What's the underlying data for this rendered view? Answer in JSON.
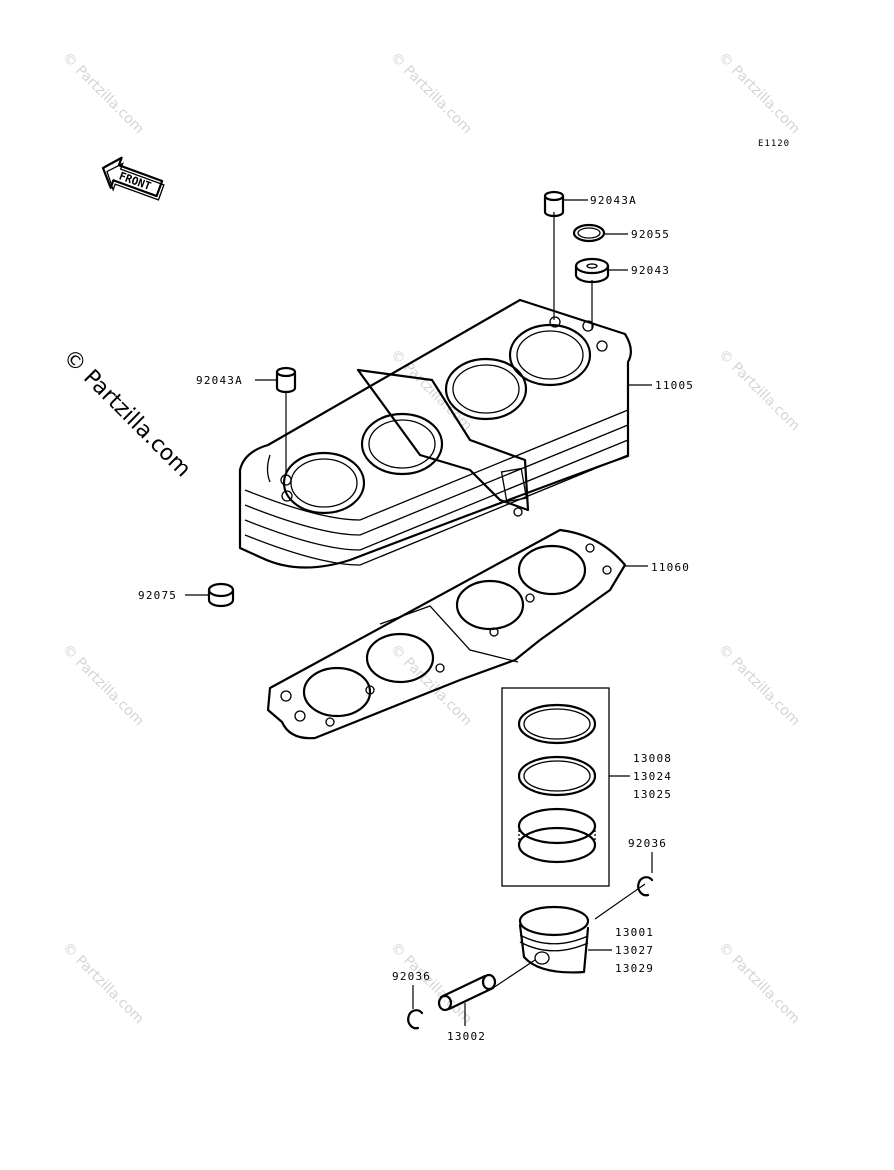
{
  "diagram_code": "E1120",
  "front_label": "FRONT",
  "watermark": {
    "main": "© Partzilla.com",
    "small": "© Partzilla.com"
  },
  "parts": [
    {
      "id": "p-92043a-top",
      "number": "92043A"
    },
    {
      "id": "p-92055",
      "number": "92055"
    },
    {
      "id": "p-92043",
      "number": "92043"
    },
    {
      "id": "p-92043a-left",
      "number": "92043A"
    },
    {
      "id": "p-11005",
      "number": "11005"
    },
    {
      "id": "p-11060",
      "number": "11060"
    },
    {
      "id": "p-92075",
      "number": "92075"
    },
    {
      "id": "p-13008",
      "number": "13008"
    },
    {
      "id": "p-13024",
      "number": "13024"
    },
    {
      "id": "p-13025",
      "number": "13025"
    },
    {
      "id": "p-92036-right",
      "number": "92036"
    },
    {
      "id": "p-13001",
      "number": "13001"
    },
    {
      "id": "p-13027",
      "number": "13027"
    },
    {
      "id": "p-13029",
      "number": "13029"
    },
    {
      "id": "p-92036-left",
      "number": "92036"
    },
    {
      "id": "p-13002",
      "number": "13002"
    }
  ]
}
